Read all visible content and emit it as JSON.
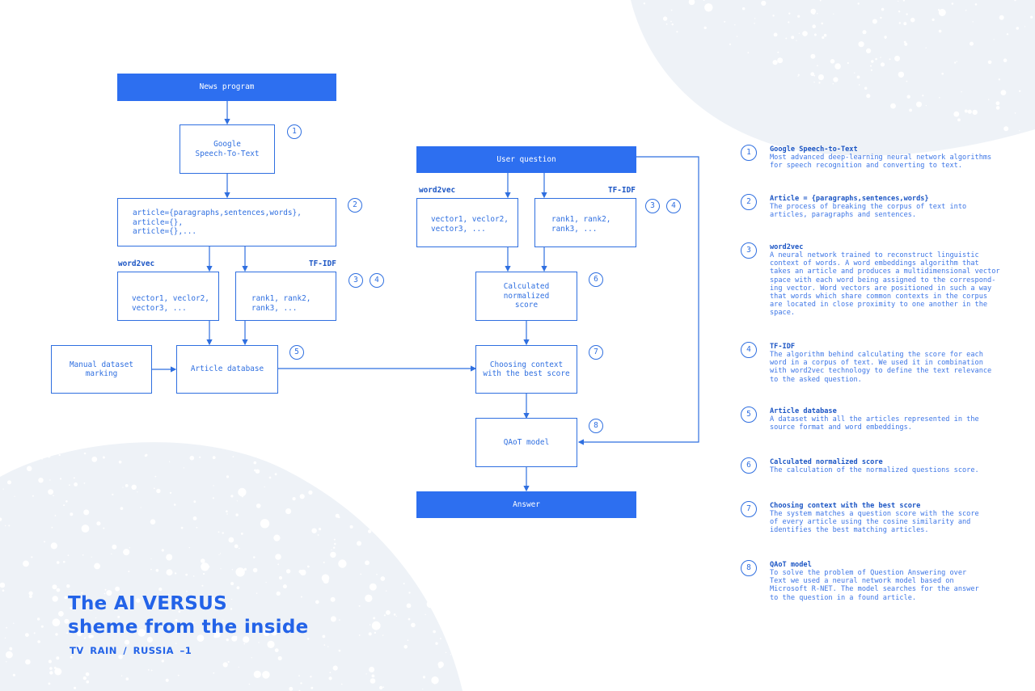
{
  "flow": {
    "news_program": "News program",
    "google_stt": "Google\nSpeech-To-Text",
    "article_struct": "article={paragraphs,sentences,words},\narticle={},\narticle={},...",
    "word2vec_label_left": "word2vec",
    "tfidf_label_left": "TF-IDF",
    "vectors_left": "vector1, veclor2,\nvector3, ...",
    "ranks_left": "rank1, rank2,\nrank3, ...",
    "manual_marking": "Manual dataset\nmarking",
    "article_database": "Article database",
    "user_question": "User question",
    "word2vec_label_right": "word2vec",
    "tfidf_label_right": "TF-IDF",
    "vectors_right": "vector1, veclor2,\nvector3, ...",
    "ranks_right": "rank1, rank2,\nrank3, ...",
    "calculated_score": "Calculated\nnormalized\nscore",
    "choosing_context": "Choosing context\nwith the best score",
    "qaot_model": "QAoT model",
    "answer": "Answer"
  },
  "markers": {
    "n1": "1",
    "n2": "2",
    "n3a": "3",
    "n4a": "4",
    "n5": "5",
    "n3b": "3",
    "n4b": "4",
    "n6": "6",
    "n7": "7",
    "n8": "8"
  },
  "legend": [
    {
      "num": "1",
      "title": "Google Speech-to-Text",
      "desc": "Most advanced deep-learning neural network algorithms\nfor speech recognition and converting to text."
    },
    {
      "num": "2",
      "title": "Article = {paragraphs,sentences,words}",
      "desc": "The process of breaking the corpus of text into\narticles, paragraphs and sentences."
    },
    {
      "num": "3",
      "title": "word2vec",
      "desc": "A neural network trained to reconstruct linguistic\ncontext of words. A word embeddings algorithm that\ntakes an article and produces a multidimensional vector\nspace with each word being assigned to the correspond-\ning vector. Word vectors are positioned in such a way\nthat words which share common contexts in the corpus\nare located in close proximity to one another in the\nspace."
    },
    {
      "num": "4",
      "title": "TF-IDF",
      "desc": "The algorithm behind calculating the score for each\nword in a corpus of text. We used it in combination\nwith word2vec technology to define the text relevance\nto the asked question."
    },
    {
      "num": "5",
      "title": "Article database",
      "desc": "A dataset with all the articles represented in the\nsource format and word embeddings."
    },
    {
      "num": "6",
      "title": "Calculated normalized score",
      "desc": "The calculation of the normalized questions score."
    },
    {
      "num": "7",
      "title": "Choosing context with the best score",
      "desc": "The system matches a question score with the score\nof every article using the cosine similarity and\nidentifies the best matching articles."
    },
    {
      "num": "8",
      "title": "QAoT model",
      "desc": "To solve the problem of Question Answering over\nText we used a neural network model based on\nMicrosoft R-NET. The model searches for the answer\nto the question in a found article."
    }
  ],
  "heading": {
    "line1": "The AI VERSUS",
    "line2": "sheme from the inside",
    "sub": "TV RAIN / RUSSIA –1"
  },
  "colors": {
    "accent": "#2d6ff0",
    "line": "#2f6fe0",
    "snow_bg": "#eef2f7"
  }
}
